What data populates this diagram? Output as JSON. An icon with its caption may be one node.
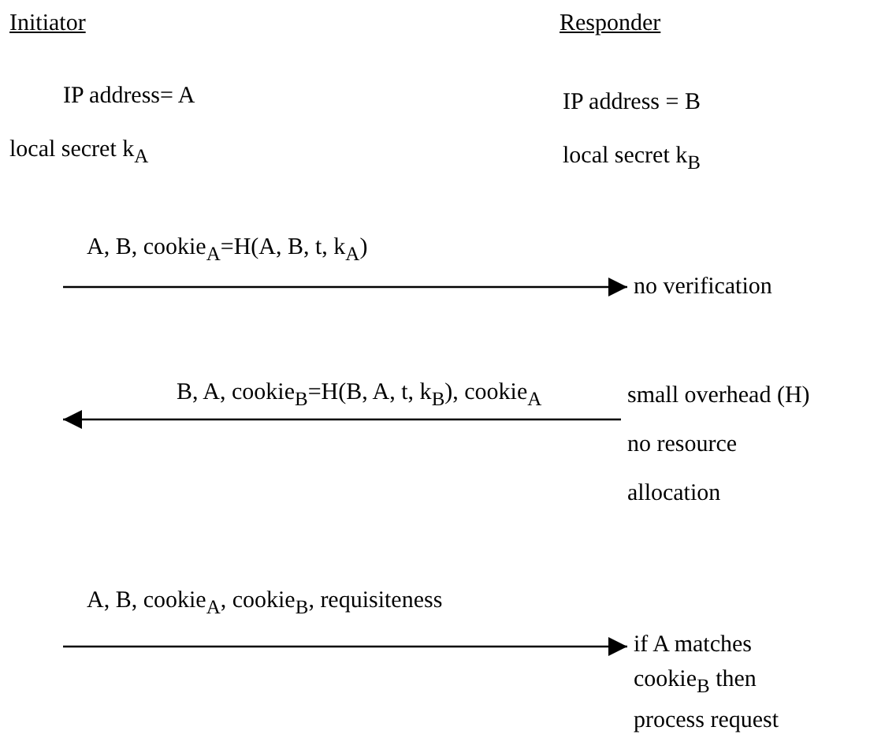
{
  "diagram": {
    "nodes": [
      {
        "text": [
          "no verification"
        ]
      },
      {
        "text": [
          "small overhead (H)",
          "no resource allocation"
        ]
      },
      {
        "text": [
          "if A matches cookie$_{B}$ then process request"
        ]
      }
    ],
    "edges": [
      {
        "from": null,
        "to": 0,
        "arrow": "to",
        "label": "A, B, cookie$_{A}$=H(A, B, t, k$_{A}$)"
      },
      {
        "from": 1,
        "to": null,
        "arrow": "to",
        "label": "B, A, cookie$_{B}$=H(B, A, t, k$_{B}$), cookie$_{A}$"
      },
      {
        "from": null,
        "to": 2,
        "arrow": "to",
        "label": "A, B, cookie$_{A}$, cookie$_{B}$, requisiteness"
      }
    ],
    "labels": [
      "Initiator",
      "Responder",
      "IP address= A",
      "local secret k$_{A}$",
      "IP address = B",
      "local secret k$_{B}$"
    ]
  }
}
